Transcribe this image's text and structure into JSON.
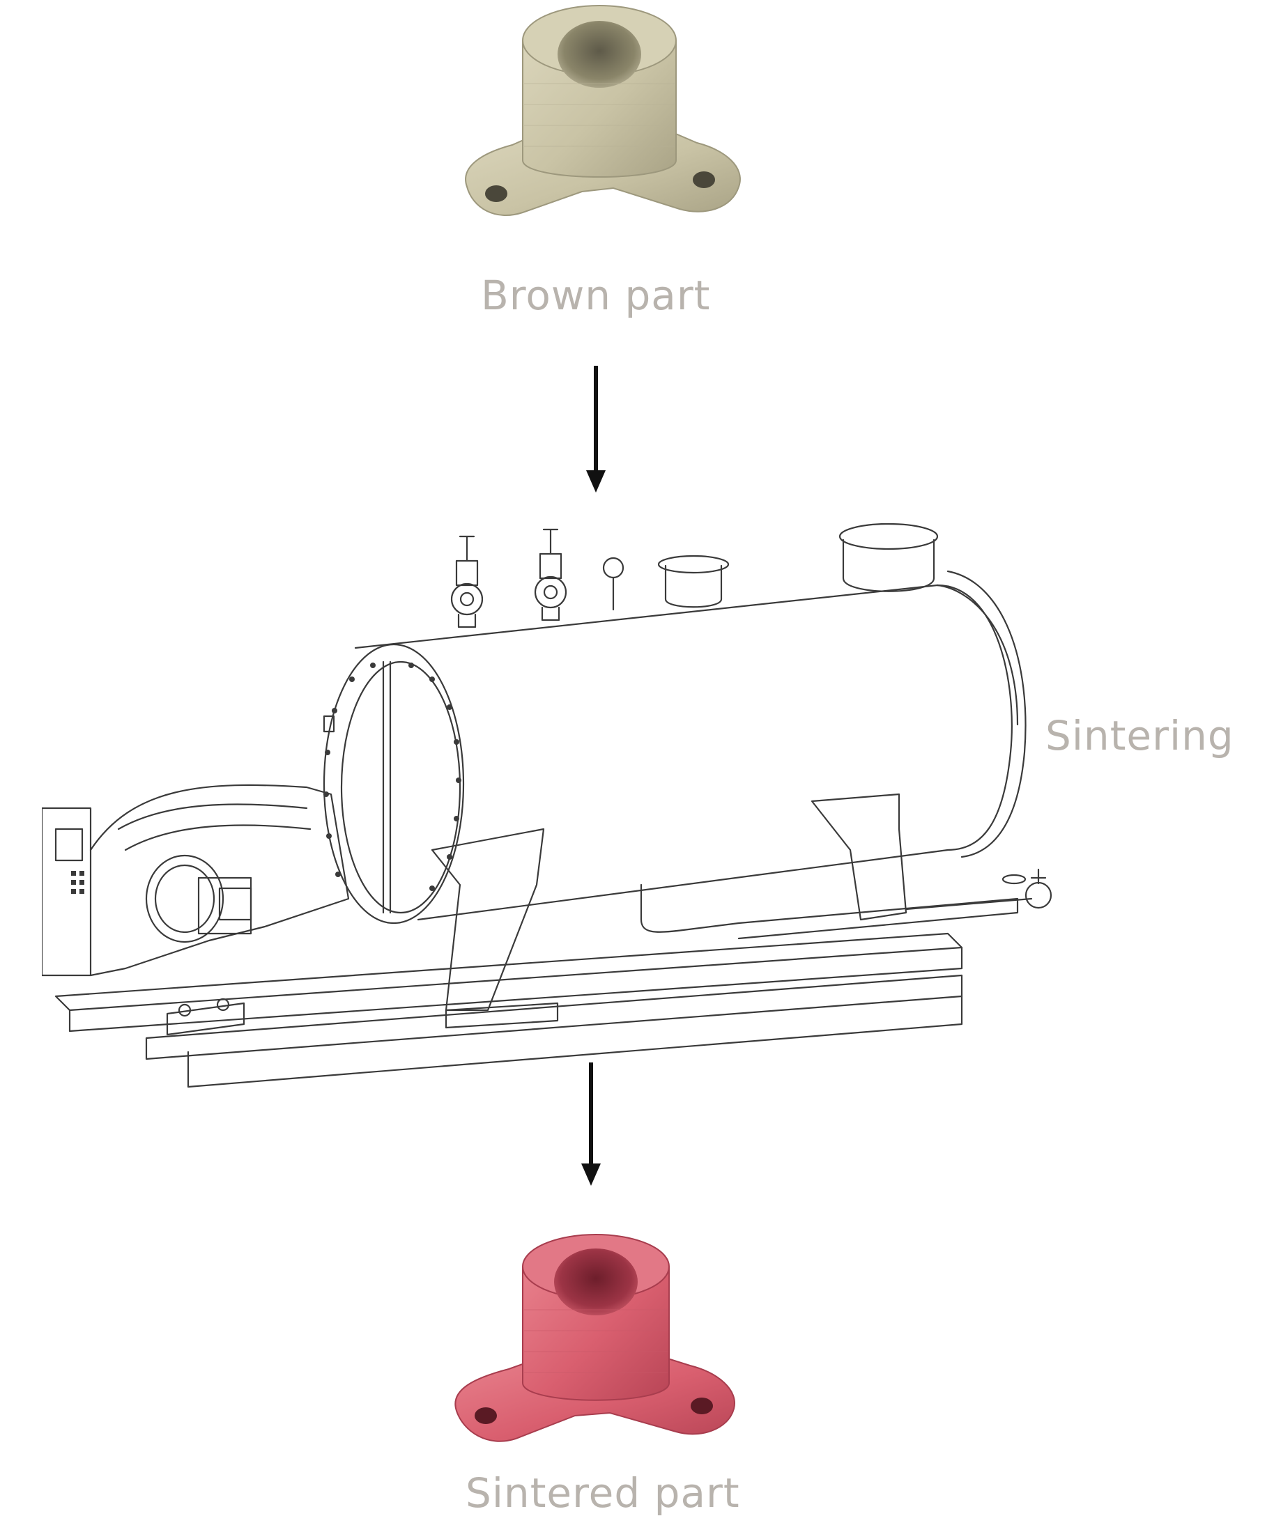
{
  "steps": {
    "brown_part": {
      "label": "Brown part",
      "color": "#cfc9ad"
    },
    "sintering": {
      "label": "Sintering"
    },
    "sintered_part": {
      "label": "Sintered part",
      "color": "#db6a78"
    }
  },
  "label_color": "#b8b3ad",
  "arrow_color": "#111111"
}
